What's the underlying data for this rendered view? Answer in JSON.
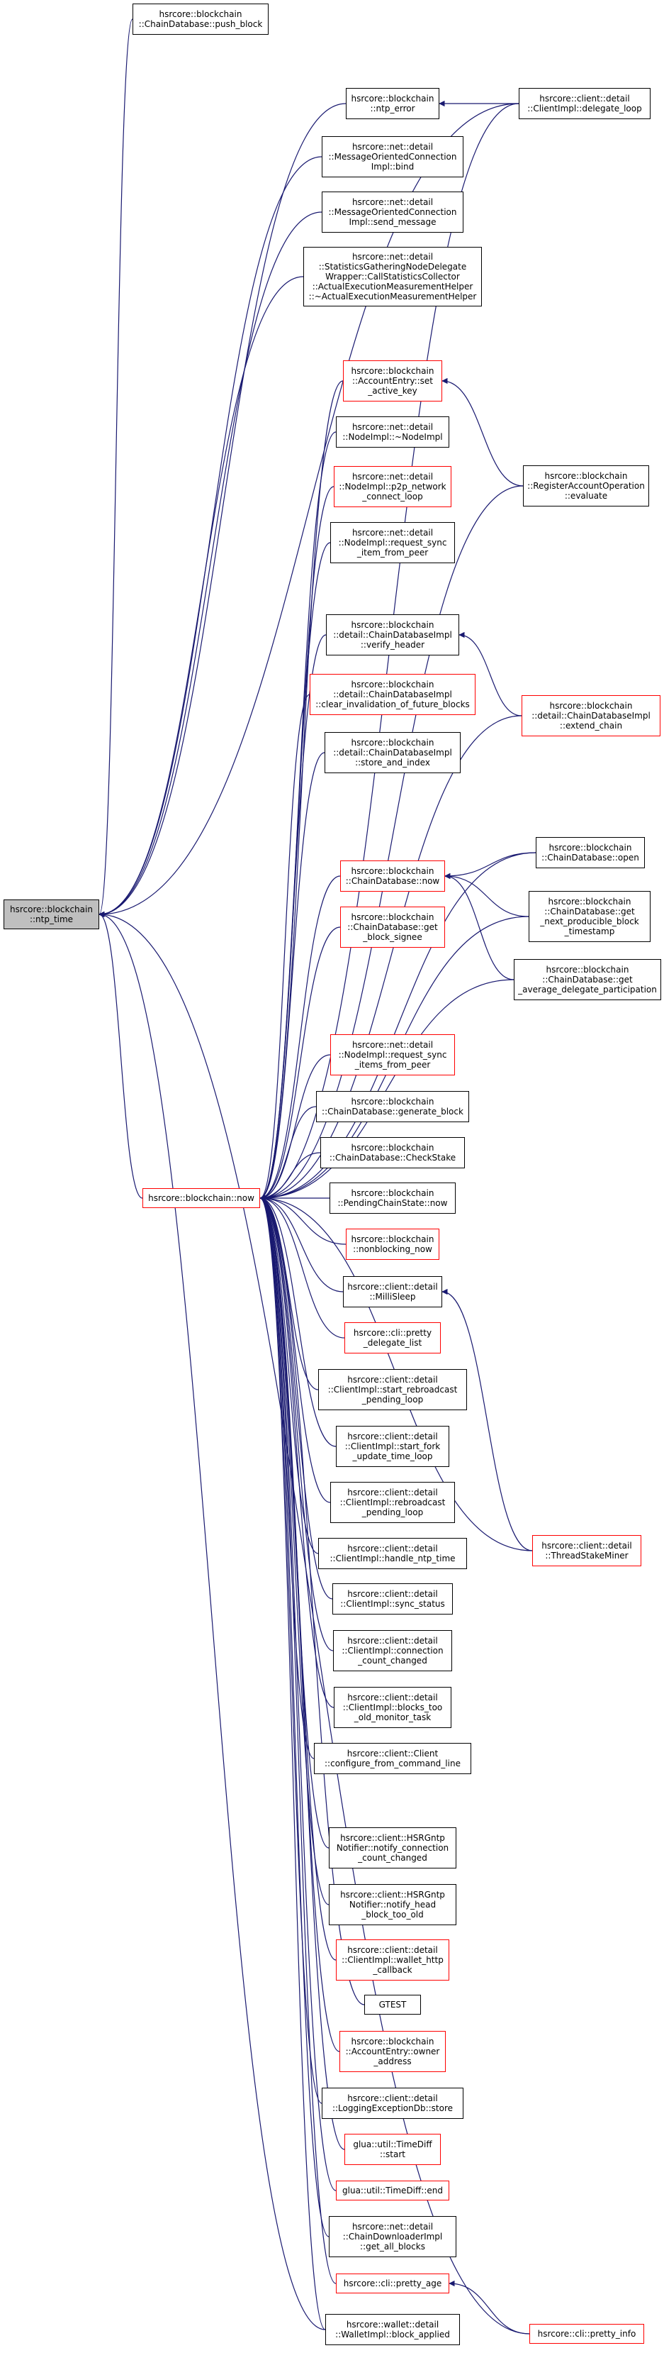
{
  "colors": {
    "edge": "#191970",
    "red_border": "#ff0000",
    "black_border": "#000000",
    "root_fill": "#bfbfbf"
  },
  "nodes": [
    {
      "id": "root",
      "lines": [
        "hsrcore::blockchain",
        "::ntp_time"
      ],
      "border": "black",
      "fill": "grey"
    },
    {
      "id": "push_block",
      "lines": [
        "hsrcore::blockchain",
        "::ChainDatabase::push_block"
      ],
      "border": "black"
    },
    {
      "id": "ntp_error",
      "lines": [
        "hsrcore::blockchain",
        "::ntp_error"
      ],
      "border": "black"
    },
    {
      "id": "delegate_loop",
      "lines": [
        "hsrcore::client::detail",
        "::ClientImpl::delegate_loop"
      ],
      "border": "black"
    },
    {
      "id": "bind",
      "lines": [
        "hsrcore::net::detail",
        "::MessageOrientedConnection",
        "Impl::bind"
      ],
      "border": "black"
    },
    {
      "id": "send_message",
      "lines": [
        "hsrcore::net::detail",
        "::MessageOrientedConnection",
        "Impl::send_message"
      ],
      "border": "black"
    },
    {
      "id": "stats_helper",
      "lines": [
        "hsrcore::net::detail",
        "::StatisticsGatheringNodeDelegate",
        "Wrapper::CallStatisticsCollector",
        "::ActualExecutionMeasurementHelper",
        "::~ActualExecutionMeasurementHelper"
      ],
      "border": "black"
    },
    {
      "id": "set_active_key",
      "lines": [
        "hsrcore::blockchain",
        "::AccountEntry::set",
        "_active_key"
      ],
      "border": "red"
    },
    {
      "id": "node_dtor",
      "lines": [
        "hsrcore::net::detail",
        "::NodeImpl::~NodeImpl"
      ],
      "border": "black"
    },
    {
      "id": "register_eval",
      "lines": [
        "hsrcore::blockchain",
        "::RegisterAccountOperation",
        "::evaluate"
      ],
      "border": "black"
    },
    {
      "id": "p2p_loop",
      "lines": [
        "hsrcore::net::detail",
        "::NodeImpl::p2p_network",
        "_connect_loop"
      ],
      "border": "red"
    },
    {
      "id": "req_sync_item",
      "lines": [
        "hsrcore::net::detail",
        "::NodeImpl::request_sync",
        "_item_from_peer"
      ],
      "border": "black"
    },
    {
      "id": "verify_header",
      "lines": [
        "hsrcore::blockchain",
        "::detail::ChainDatabaseImpl",
        "::verify_header"
      ],
      "border": "black"
    },
    {
      "id": "clear_invalidation",
      "lines": [
        "hsrcore::blockchain",
        "::detail::ChainDatabaseImpl",
        "::clear_invalidation_of_future_blocks"
      ],
      "border": "red"
    },
    {
      "id": "extend_chain",
      "lines": [
        "hsrcore::blockchain",
        "::detail::ChainDatabaseImpl",
        "::extend_chain"
      ],
      "border": "red"
    },
    {
      "id": "store_and_index",
      "lines": [
        "hsrcore::blockchain",
        "::detail::ChainDatabaseImpl",
        "::store_and_index"
      ],
      "border": "black"
    },
    {
      "id": "cdb_now",
      "lines": [
        "hsrcore::blockchain",
        "::ChainDatabase::now"
      ],
      "border": "red"
    },
    {
      "id": "cdb_open",
      "lines": [
        "hsrcore::blockchain",
        "::ChainDatabase::open"
      ],
      "border": "black"
    },
    {
      "id": "next_producible",
      "lines": [
        "hsrcore::blockchain",
        "::ChainDatabase::get",
        "_next_producible_block",
        "_timestamp"
      ],
      "border": "black"
    },
    {
      "id": "get_block_signee",
      "lines": [
        "hsrcore::blockchain",
        "::ChainDatabase::get",
        "_block_signee"
      ],
      "border": "red"
    },
    {
      "id": "avg_delegate",
      "lines": [
        "hsrcore::blockchain",
        "::ChainDatabase::get",
        "_average_delegate_participation"
      ],
      "border": "black"
    },
    {
      "id": "req_sync_items",
      "lines": [
        "hsrcore::net::detail",
        "::NodeImpl::request_sync",
        "_items_from_peer"
      ],
      "border": "red"
    },
    {
      "id": "generate_block",
      "lines": [
        "hsrcore::blockchain",
        "::ChainDatabase::generate_block"
      ],
      "border": "black"
    },
    {
      "id": "bc_now",
      "lines": [
        "hsrcore::blockchain::now"
      ],
      "border": "red"
    },
    {
      "id": "check_stake",
      "lines": [
        "hsrcore::blockchain",
        "::ChainDatabase::CheckStake"
      ],
      "border": "black"
    },
    {
      "id": "pending_now",
      "lines": [
        "hsrcore::blockchain",
        "::PendingChainState::now"
      ],
      "border": "black"
    },
    {
      "id": "nonblocking_now",
      "lines": [
        "hsrcore::blockchain",
        "::nonblocking_now"
      ],
      "border": "red"
    },
    {
      "id": "millisleep",
      "lines": [
        "hsrcore::client::detail",
        "::MilliSleep"
      ],
      "border": "black"
    },
    {
      "id": "pretty_delegate_list",
      "lines": [
        "hsrcore::cli::pretty",
        "_delegate_list"
      ],
      "border": "red"
    },
    {
      "id": "start_rebroadcast",
      "lines": [
        "hsrcore::client::detail",
        "::ClientImpl::start_rebroadcast",
        "_pending_loop"
      ],
      "border": "black"
    },
    {
      "id": "start_fork_update",
      "lines": [
        "hsrcore::client::detail",
        "::ClientImpl::start_fork",
        "_update_time_loop"
      ],
      "border": "black"
    },
    {
      "id": "rebroadcast_pending",
      "lines": [
        "hsrcore::client::detail",
        "::ClientImpl::rebroadcast",
        "_pending_loop"
      ],
      "border": "black"
    },
    {
      "id": "thread_stake_miner",
      "lines": [
        "hsrcore::client::detail",
        "::ThreadStakeMiner"
      ],
      "border": "red"
    },
    {
      "id": "handle_ntp_time",
      "lines": [
        "hsrcore::client::detail",
        "::ClientImpl::handle_ntp_time"
      ],
      "border": "black"
    },
    {
      "id": "sync_status",
      "lines": [
        "hsrcore::client::detail",
        "::ClientImpl::sync_status"
      ],
      "border": "black"
    },
    {
      "id": "connection_count_changed",
      "lines": [
        "hsrcore::client::detail",
        "::ClientImpl::connection",
        "_count_changed"
      ],
      "border": "black"
    },
    {
      "id": "blocks_too_old",
      "lines": [
        "hsrcore::client::detail",
        "::ClientImpl::blocks_too",
        "_old_monitor_task"
      ],
      "border": "black"
    },
    {
      "id": "configure_cmd",
      "lines": [
        "hsrcore::client::Client",
        "::configure_from_command_line"
      ],
      "border": "black"
    },
    {
      "id": "ntp_notify_conn",
      "lines": [
        "hsrcore::client::HSRGntp",
        "Notifier::notify_connection",
        "_count_changed"
      ],
      "border": "black"
    },
    {
      "id": "ntp_notify_head",
      "lines": [
        "hsrcore::client::HSRGntp",
        "Notifier::notify_head",
        "_block_too_old"
      ],
      "border": "black"
    },
    {
      "id": "wallet_http_cb",
      "lines": [
        "hsrcore::client::detail",
        "::ClientImpl::wallet_http",
        "_callback"
      ],
      "border": "red"
    },
    {
      "id": "gtest",
      "lines": [
        "GTEST"
      ],
      "border": "black"
    },
    {
      "id": "owner_address",
      "lines": [
        "hsrcore::blockchain",
        "::AccountEntry::owner",
        "_address"
      ],
      "border": "red"
    },
    {
      "id": "logging_store",
      "lines": [
        "hsrcore::client::detail",
        "::LoggingExceptionDb::store"
      ],
      "border": "black"
    },
    {
      "id": "timediff_start",
      "lines": [
        "glua::util::TimeDiff",
        "::start"
      ],
      "border": "red"
    },
    {
      "id": "timediff_end",
      "lines": [
        "glua::util::TimeDiff::end"
      ],
      "border": "red"
    },
    {
      "id": "get_all_blocks",
      "lines": [
        "hsrcore::net::detail",
        "::ChainDownloaderImpl",
        "::get_all_blocks"
      ],
      "border": "black"
    },
    {
      "id": "pretty_age",
      "lines": [
        "hsrcore::cli::pretty_age"
      ],
      "border": "red"
    },
    {
      "id": "pretty_info",
      "lines": [
        "hsrcore::cli::pretty_info"
      ],
      "border": "red"
    },
    {
      "id": "block_applied",
      "lines": [
        "hsrcore::wallet::detail",
        "::WalletImpl::block_applied"
      ],
      "border": "black"
    }
  ],
  "edges": [
    {
      "from": "push_block",
      "to": "root"
    },
    {
      "from": "ntp_error",
      "to": "root"
    },
    {
      "from": "delegate_loop",
      "to": "ntp_error"
    },
    {
      "from": "delegate_loop",
      "to": "root"
    },
    {
      "from": "bind",
      "to": "root"
    },
    {
      "from": "send_message",
      "to": "root"
    },
    {
      "from": "stats_helper",
      "to": "root"
    },
    {
      "from": "bc_now",
      "to": "root"
    },
    {
      "from": "block_applied",
      "to": "root"
    },
    {
      "from": "pretty_info",
      "to": "root"
    },
    {
      "from": "register_eval",
      "to": "set_active_key"
    },
    {
      "from": "extend_chain",
      "to": "verify_header"
    },
    {
      "from": "cdb_open",
      "to": "cdb_now"
    },
    {
      "from": "next_producible",
      "to": "cdb_now"
    },
    {
      "from": "avg_delegate",
      "to": "cdb_now"
    },
    {
      "from": "thread_stake_miner",
      "to": "millisleep"
    },
    {
      "from": "pretty_info",
      "to": "pretty_age"
    },
    {
      "from": "set_active_key",
      "to": "bc_now"
    },
    {
      "from": "node_dtor",
      "to": "bc_now"
    },
    {
      "from": "p2p_loop",
      "to": "bc_now"
    },
    {
      "from": "req_sync_item",
      "to": "bc_now"
    },
    {
      "from": "verify_header",
      "to": "bc_now"
    },
    {
      "from": "clear_invalidation",
      "to": "bc_now"
    },
    {
      "from": "store_and_index",
      "to": "bc_now"
    },
    {
      "from": "cdb_now",
      "to": "bc_now"
    },
    {
      "from": "get_block_signee",
      "to": "bc_now"
    },
    {
      "from": "req_sync_items",
      "to": "bc_now"
    },
    {
      "from": "generate_block",
      "to": "bc_now"
    },
    {
      "from": "check_stake",
      "to": "bc_now"
    },
    {
      "from": "pending_now",
      "to": "bc_now"
    },
    {
      "from": "nonblocking_now",
      "to": "bc_now"
    },
    {
      "from": "millisleep",
      "to": "bc_now"
    },
    {
      "from": "pretty_delegate_list",
      "to": "bc_now"
    },
    {
      "from": "start_rebroadcast",
      "to": "bc_now"
    },
    {
      "from": "start_fork_update",
      "to": "bc_now"
    },
    {
      "from": "rebroadcast_pending",
      "to": "bc_now"
    },
    {
      "from": "handle_ntp_time",
      "to": "bc_now"
    },
    {
      "from": "sync_status",
      "to": "bc_now"
    },
    {
      "from": "connection_count_changed",
      "to": "bc_now"
    },
    {
      "from": "blocks_too_old",
      "to": "bc_now"
    },
    {
      "from": "configure_cmd",
      "to": "bc_now"
    },
    {
      "from": "ntp_notify_conn",
      "to": "bc_now"
    },
    {
      "from": "ntp_notify_head",
      "to": "bc_now"
    },
    {
      "from": "wallet_http_cb",
      "to": "bc_now"
    },
    {
      "from": "gtest",
      "to": "bc_now"
    },
    {
      "from": "owner_address",
      "to": "bc_now"
    },
    {
      "from": "logging_store",
      "to": "bc_now"
    },
    {
      "from": "timediff_start",
      "to": "bc_now"
    },
    {
      "from": "timediff_end",
      "to": "bc_now"
    },
    {
      "from": "get_all_blocks",
      "to": "bc_now"
    },
    {
      "from": "pretty_age",
      "to": "bc_now"
    },
    {
      "from": "block_applied",
      "to": "bc_now"
    },
    {
      "from": "delegate_loop",
      "to": "bc_now"
    },
    {
      "from": "register_eval",
      "to": "bc_now"
    },
    {
      "from": "extend_chain",
      "to": "bc_now"
    },
    {
      "from": "cdb_open",
      "to": "bc_now"
    },
    {
      "from": "next_producible",
      "to": "bc_now"
    },
    {
      "from": "avg_delegate",
      "to": "bc_now"
    },
    {
      "from": "thread_stake_miner",
      "to": "bc_now"
    }
  ]
}
